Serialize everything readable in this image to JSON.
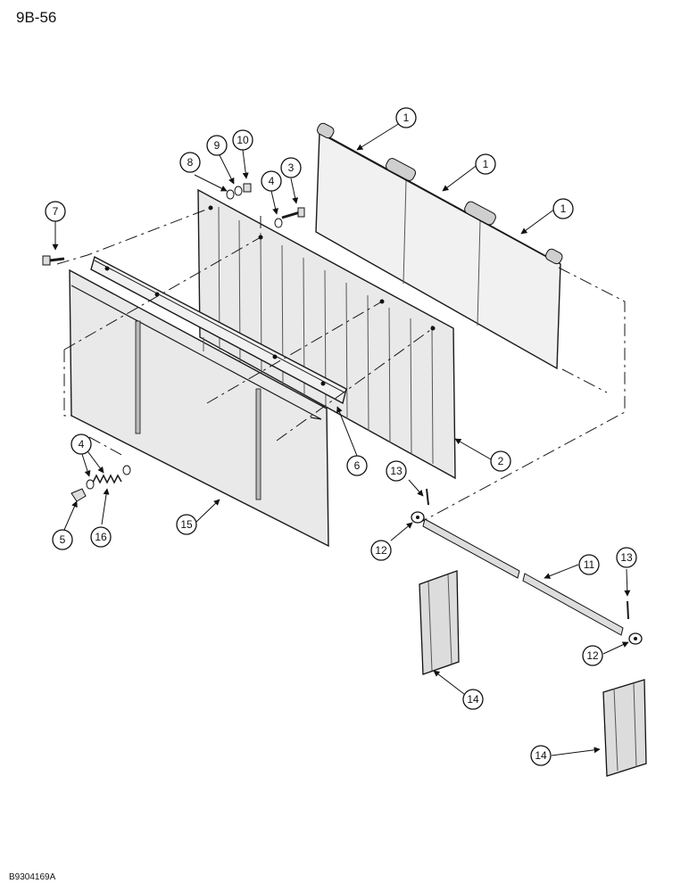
{
  "header": {
    "page_label": "9B-56"
  },
  "footer": {
    "figure_code": "B9304169A"
  },
  "callouts": [
    "1",
    "1",
    "1",
    "2",
    "3",
    "4",
    "4",
    "5",
    "6",
    "7",
    "8",
    "9",
    "10",
    "11",
    "12",
    "12",
    "13",
    "13",
    "14",
    "14",
    "15",
    "16"
  ]
}
